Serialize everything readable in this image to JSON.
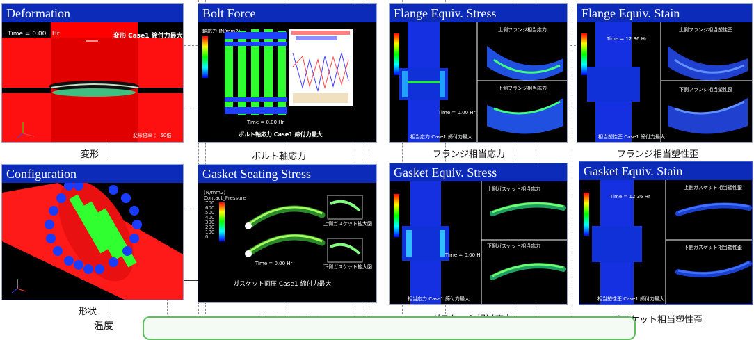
{
  "panels": {
    "deformation": {
      "title": "Deformation",
      "caption": "変形",
      "time": "Time = 0.00",
      "time_unit": "Hr",
      "label": "変形  Case1  締付力最大",
      "scale_label": "変形倍率 ： 50倍"
    },
    "bolt_force": {
      "title": "Bolt Force",
      "caption": "ボルト軸応力",
      "unit": "軸応力 (N/mm2)",
      "time": "Time = 0.00  Hr",
      "label": "ボルト軸応力  Case1  締付力最大"
    },
    "flange_stress": {
      "title": "Flange Equiv. Stress",
      "caption": "フランジ相当応力",
      "upper_label": "上側フランジ相当応力",
      "lower_label": "下側フランジ相当応力",
      "time": "Time = 0.00  Hr",
      "label": "相当応力  Case1  締付力最大"
    },
    "flange_strain": {
      "title": "Flange Equiv. Stain",
      "caption": "フランジ相当塑性歪",
      "time": "Time = 12.36  Hr",
      "upper_label": "上側フランジ相当塑性歪",
      "lower_label": "下側フランジ相当塑性歪",
      "label": "相当塑性歪  Case1  締付力最大"
    },
    "configuration": {
      "title": "Configuration",
      "caption": "形状"
    },
    "gasket_seating": {
      "title": "Gasket Seating Stress",
      "caption": "ガスケット面圧",
      "unit": "(N/mm2)",
      "unit2": "Contact_Pressure",
      "scale": [
        "700",
        "600",
        "500",
        "400",
        "300",
        "200",
        "100",
        "0"
      ],
      "upper_zoom": "上側ガスケット拡大図",
      "lower_zoom": "下側ガスケット拡大図",
      "time": "Time = 0.00  Hr",
      "label": "ガスケット面圧  Case1  締付力最大"
    },
    "gasket_stress": {
      "title": "Gasket Equiv. Stress",
      "caption": "ガスケット相当応力",
      "upper_label": "上側ガスケット相当応力",
      "lower_label": "下側ガスケット相当応力",
      "time": "Time = 0.00  Hr",
      "label": "相当応力  Case1  締付力最大"
    },
    "gasket_strain": {
      "title": "Gasket Equiv. Stain",
      "caption": "ガスケット相当塑性歪",
      "time": "Time = 12.36  Hr",
      "upper_label": "上側ガスケット相当塑性歪",
      "lower_label": "下側ガスケット相当塑性歪",
      "label": "相当塑性歪  Case1  締付力最大"
    }
  },
  "bottom_left_text": "温度"
}
